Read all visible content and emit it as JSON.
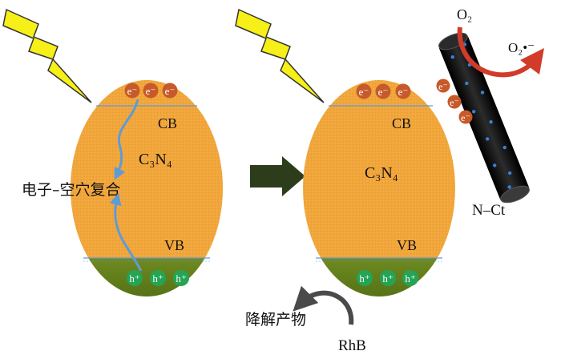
{
  "colors": {
    "body": "#f1a63b",
    "bottom": "#5d7a1c",
    "electron": "#c75a2a",
    "hole": "#25a455",
    "lightning": "#f6ef18",
    "process_arrow": "#2d3d1c",
    "transfer_arrow": "#5f9bd6",
    "o2_arrow": "#d23b2a",
    "rhb_arrow": "#4a4a4a",
    "tube": "#141414",
    "tube_dots": "#3b7fd8"
  },
  "left_particle": {
    "material": "C₃N₄",
    "cb": "CB",
    "vb": "VB",
    "recombination": "电子–空穴复合",
    "electrons": [
      "e⁻",
      "e⁻",
      "e⁻"
    ],
    "holes": [
      "h⁺",
      "h⁺",
      "h⁺"
    ]
  },
  "right_particle": {
    "material": "C₃N₄",
    "cb": "CB",
    "vb": "VB",
    "electrons": [
      "e⁻",
      "e⁻",
      "e⁻"
    ],
    "holes": [
      "h⁺",
      "h⁺",
      "h⁺"
    ]
  },
  "nanotube": {
    "label": "N–Ct",
    "electrons": [
      "e⁻",
      "e⁻",
      "e⁻"
    ]
  },
  "oxygen": {
    "reactant": "O₂",
    "product": "O₂•⁻"
  },
  "degradation": {
    "reactant": "RhB",
    "product": "降解产物"
  }
}
